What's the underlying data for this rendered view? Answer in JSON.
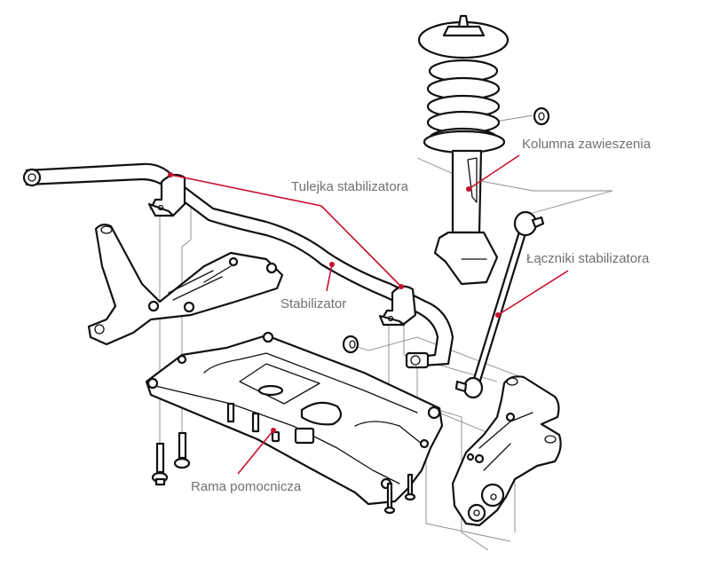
{
  "diagram": {
    "subject": "front suspension exploded view",
    "accent_color": "#c8102e",
    "label_color": "#707070",
    "labels": {
      "strut": "Kolumna zawieszenia",
      "bushing": "Tulejka stabilizatora",
      "links": "Łączniki stabilizatora",
      "stabilizer": "Stabilizator",
      "subframe": "Rama pomocnicza"
    },
    "parts": [
      "suspension-strut",
      "stabilizer-bar",
      "stabilizer-bushing-left",
      "stabilizer-bushing-right",
      "stabilizer-link",
      "subframe",
      "control-arm-left",
      "control-arm-right",
      "subframe-bolts",
      "strut-nut",
      "bushing-nut"
    ]
  }
}
